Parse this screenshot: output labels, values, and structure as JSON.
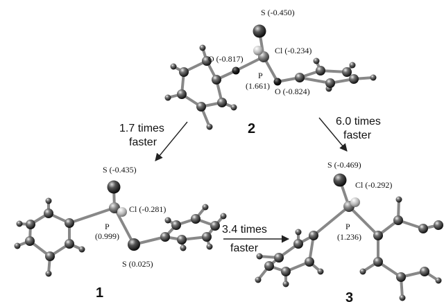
{
  "molecule_2": {
    "number": "2",
    "labels": {
      "S": "S (-0.450)",
      "O_left": "O (-0.817)",
      "Cl": "Cl (-0.234)",
      "P_element": "P",
      "P_charge": "(1.661)",
      "O_right": "O (-0.824)"
    }
  },
  "molecule_1": {
    "number": "1",
    "labels": {
      "S_top": "S (-0.435)",
      "Cl": "Cl (-0.281)",
      "P_element": "P",
      "P_charge": "(0.999)",
      "S_bottom": "S (0.025)"
    }
  },
  "molecule_3": {
    "number": "3",
    "labels": {
      "S": "S (-0.469)",
      "Cl": "Cl (-0.292)",
      "P_element": "P",
      "P_charge": "(1.236)"
    }
  },
  "rates": {
    "r_2_to_1": {
      "line1": "1.7 times",
      "line2": "faster"
    },
    "r_2_to_3": {
      "line1": "6.0 times",
      "line2": "faster"
    },
    "r_1_to_3": {
      "line1": "3.4 times",
      "line2": "faster"
    }
  }
}
